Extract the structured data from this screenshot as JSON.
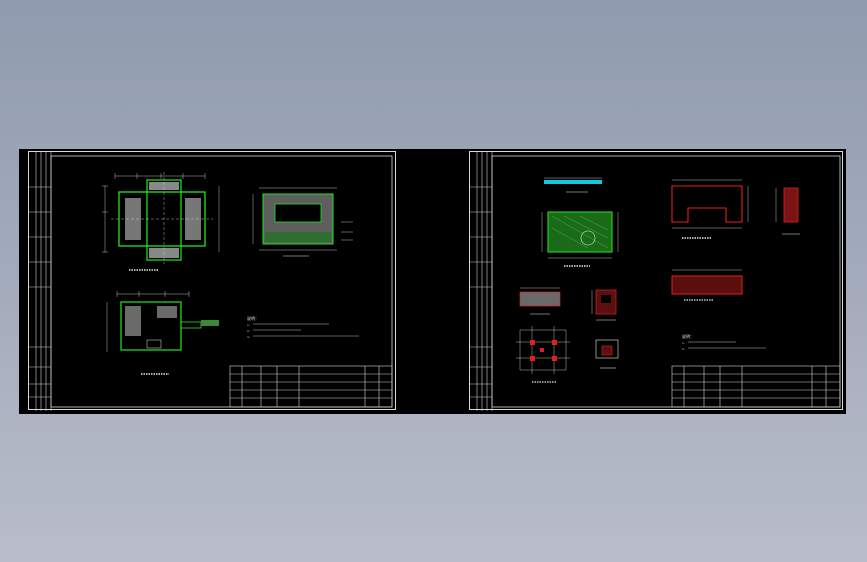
{
  "colors": {
    "background_top": "#8f9bae",
    "background_bottom": "#b9bdc9",
    "drawing_area": "#000000",
    "frame_line": "#d8d8d8",
    "wall_green": "#1ee81e",
    "section_red": "#e02020",
    "hatch_gray": "#9a9a9a",
    "dimension_white": "#e6e6e6",
    "water_cyan": "#10c8e0"
  },
  "sheets": [
    {
      "id": "left",
      "views": [
        "plan-view",
        "section-a-a",
        "cross-section"
      ],
      "notes": [
        "说明：",
        "1.",
        "2.",
        "3."
      ]
    },
    {
      "id": "right",
      "views": [
        "section-c-c",
        "cover-plate-plan",
        "beam-elevation",
        "section-b-b",
        "beam-plan",
        "detail-1",
        "detail-2",
        "detail-3",
        "detail-4"
      ],
      "notes": [
        "说明：",
        "1.",
        "2."
      ]
    }
  ]
}
